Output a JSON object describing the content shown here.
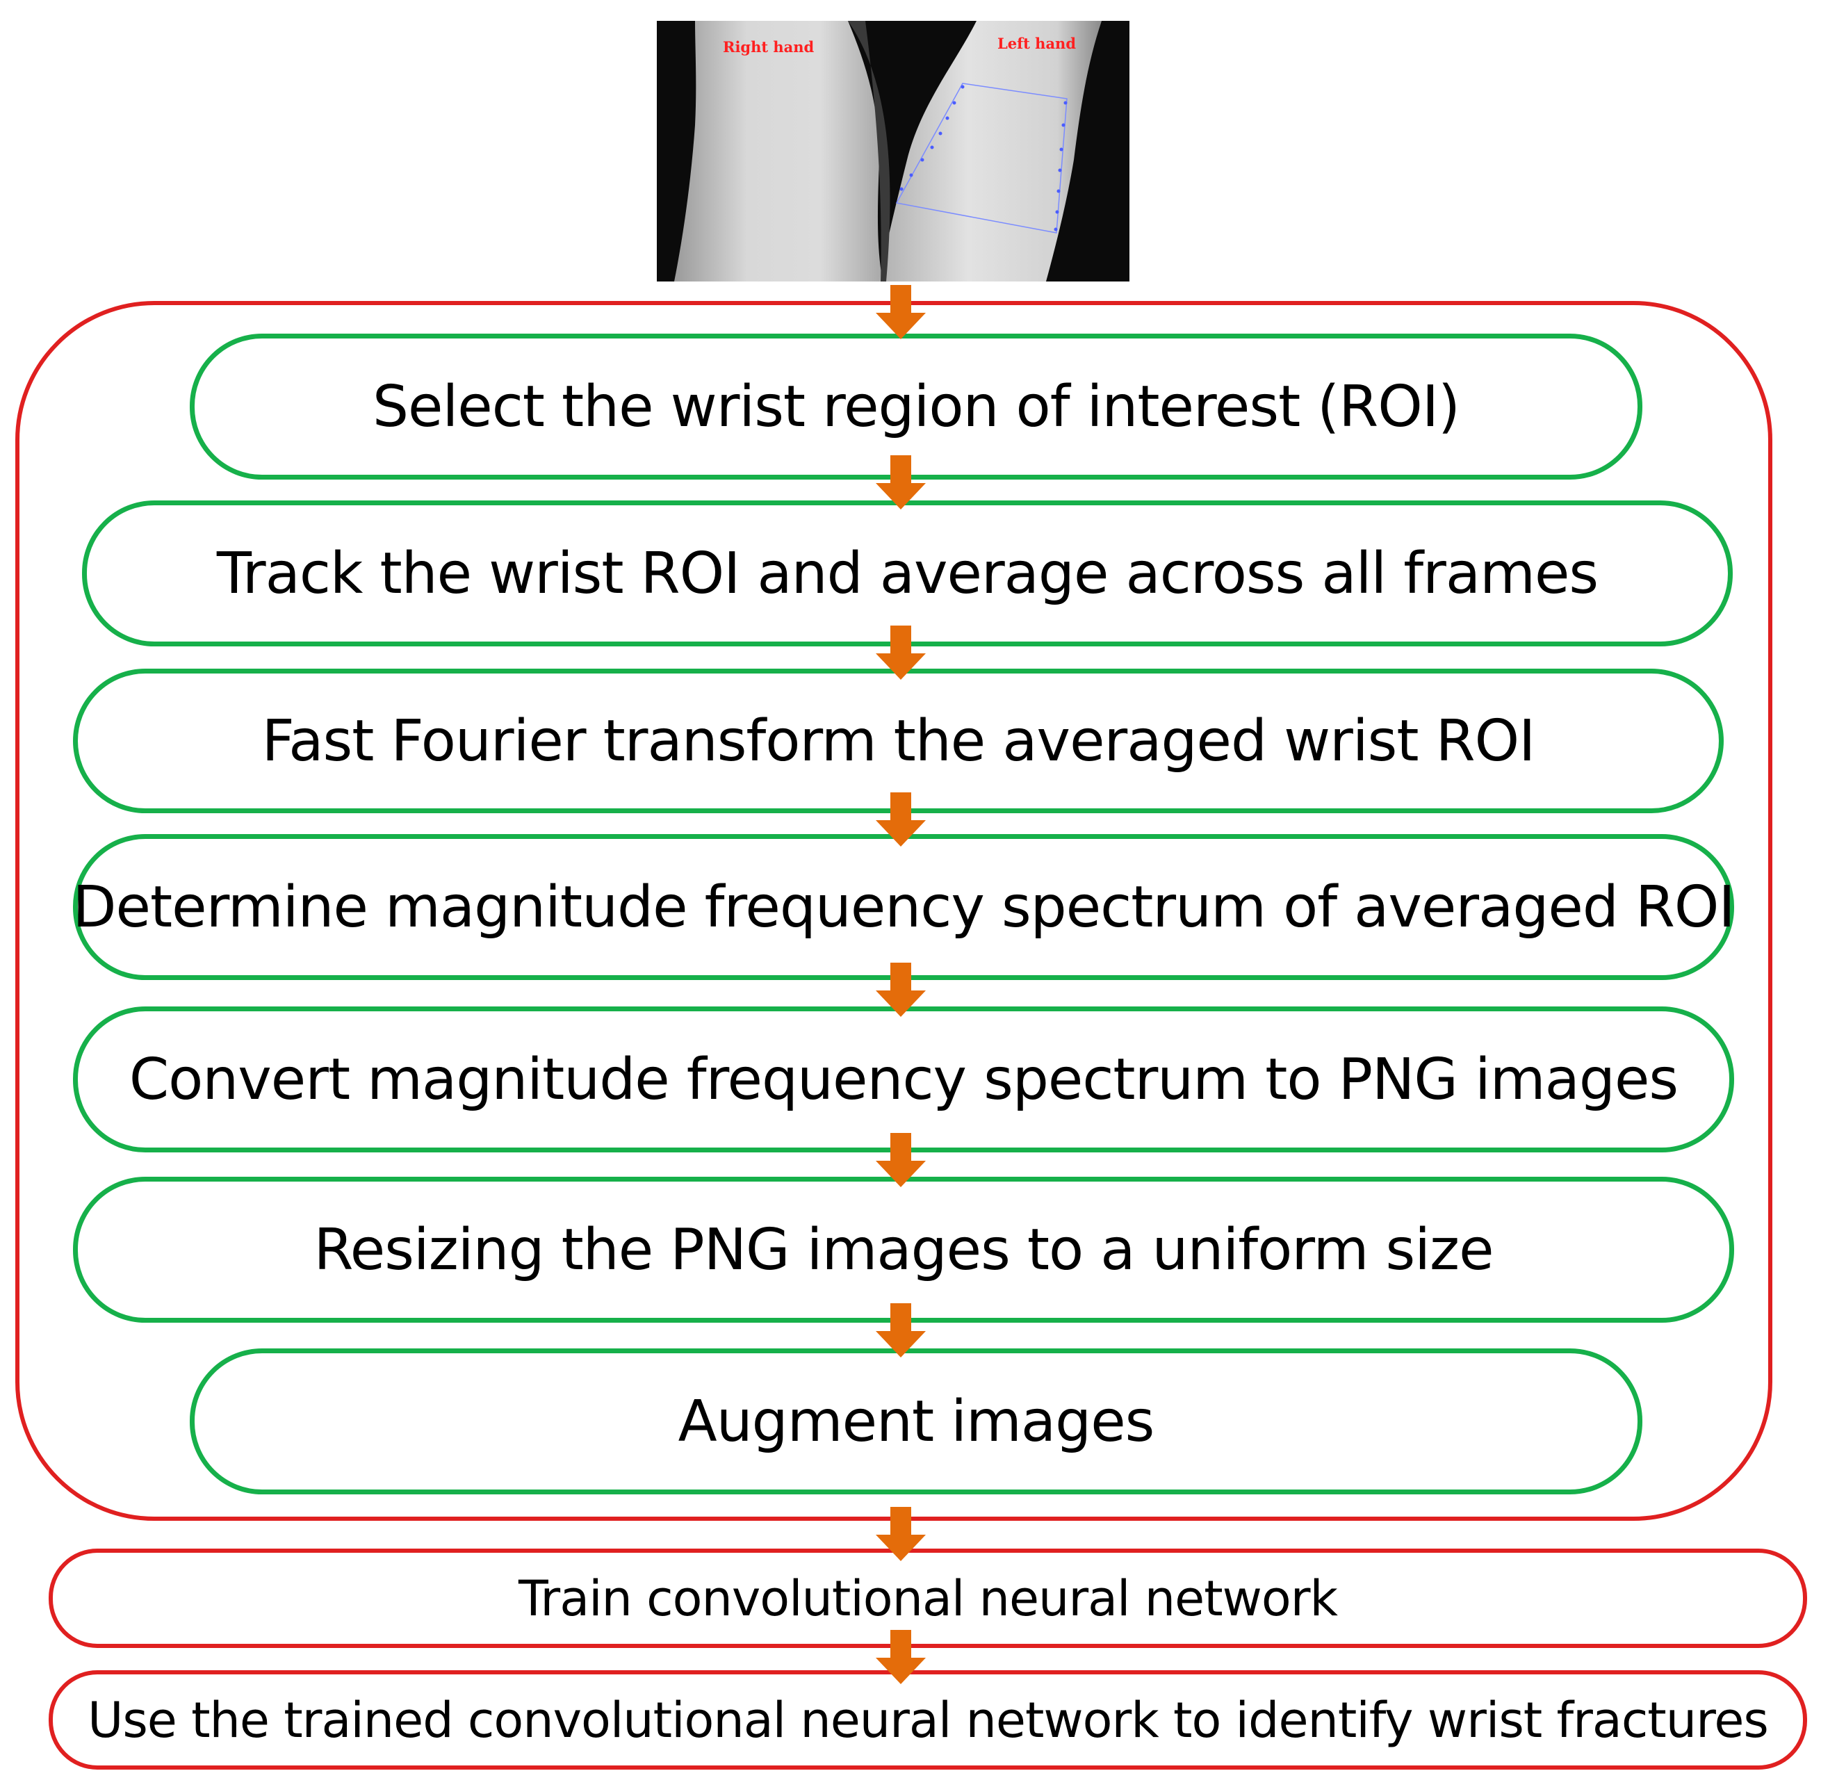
{
  "image": {
    "right_label": "Right hand",
    "left_label": "Left hand"
  },
  "steps": [
    "Select the wrist region of interest (ROI)",
    "Track the wrist ROI and average across all frames",
    "Fast Fourier transform the averaged wrist ROI",
    "Determine magnitude frequency spectrum of averaged ROI",
    "Convert magnitude frequency spectrum to PNG images",
    "Resizing the PNG images to a uniform size",
    "Augment images"
  ],
  "final_steps": [
    "Train convolutional neural network",
    "Use the trained convolutional neural network to identify wrist fractures"
  ],
  "colors": {
    "frame_red": "#e02020",
    "step_green": "#16b04a",
    "arrow_orange": "#e46c0a"
  }
}
